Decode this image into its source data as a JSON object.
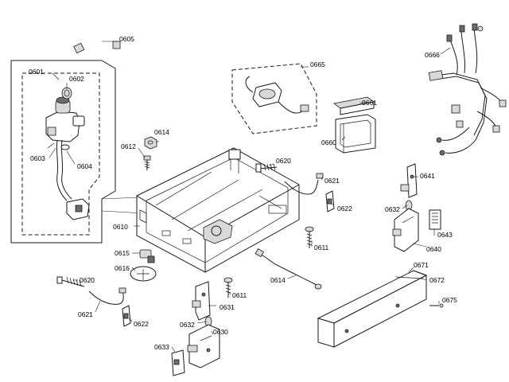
{
  "parts": [
    {
      "id": "p0601",
      "label": "0601"
    },
    {
      "id": "p0602",
      "label": "0602"
    },
    {
      "id": "p0603",
      "label": "0603"
    },
    {
      "id": "p0604",
      "label": "0604"
    },
    {
      "id": "p0605",
      "label": "0605"
    },
    {
      "id": "p0610",
      "label": "0610"
    },
    {
      "id": "p0611a",
      "label": "0611"
    },
    {
      "id": "p0611b",
      "label": "0611"
    },
    {
      "id": "p0612",
      "label": "0612"
    },
    {
      "id": "p0614a",
      "label": "0614"
    },
    {
      "id": "p0614b",
      "label": "0614"
    },
    {
      "id": "p0615",
      "label": "0615"
    },
    {
      "id": "p0616",
      "label": "0616"
    },
    {
      "id": "p0620a",
      "label": "0620"
    },
    {
      "id": "p0620b",
      "label": "0620"
    },
    {
      "id": "p0621a",
      "label": "0621"
    },
    {
      "id": "p0621b",
      "label": "0621"
    },
    {
      "id": "p0622a",
      "label": "0622"
    },
    {
      "id": "p0622b",
      "label": "0622"
    },
    {
      "id": "p0630",
      "label": "0630"
    },
    {
      "id": "p0631",
      "label": "0631"
    },
    {
      "id": "p0632a",
      "label": "0632"
    },
    {
      "id": "p0632b",
      "label": "0632"
    },
    {
      "id": "p0633",
      "label": "0633"
    },
    {
      "id": "p0640",
      "label": "0640"
    },
    {
      "id": "p0641",
      "label": "0641"
    },
    {
      "id": "p0643",
      "label": "0643"
    },
    {
      "id": "p0660",
      "label": "0660"
    },
    {
      "id": "p0661",
      "label": "0661"
    },
    {
      "id": "p0665",
      "label": "0665"
    },
    {
      "id": "p0666",
      "label": "0666"
    },
    {
      "id": "p0671",
      "label": "0671"
    },
    {
      "id": "p0672",
      "label": "0672"
    },
    {
      "id": "p0675",
      "label": "0675"
    }
  ]
}
